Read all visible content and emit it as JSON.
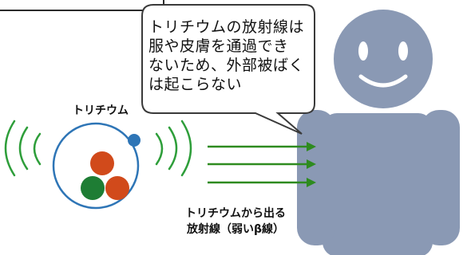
{
  "top_fragment": "",
  "speech_bubble": [
    "トリチウムの放射線は",
    "服や皮膚を通過でき",
    "ないため、外部被ばく",
    "は起こらない"
  ],
  "tritium_label": "トリチウム",
  "beta_label": [
    "トリチウムから出る",
    "放射線（弱いβ線）"
  ],
  "colors": {
    "person": "#8a99b4",
    "face_detail": "#ffffff",
    "ring": "#2e75b6",
    "electron": "#2e75b6",
    "proton": "#d14a1b",
    "neutron_green": "#1e7d34",
    "waves": "#2e9e3a",
    "arrows": "#2e8b1f"
  },
  "icons": [
    "person-figure",
    "tritium-atom-icon",
    "radiation-wave-icon",
    "arrow-icon"
  ]
}
